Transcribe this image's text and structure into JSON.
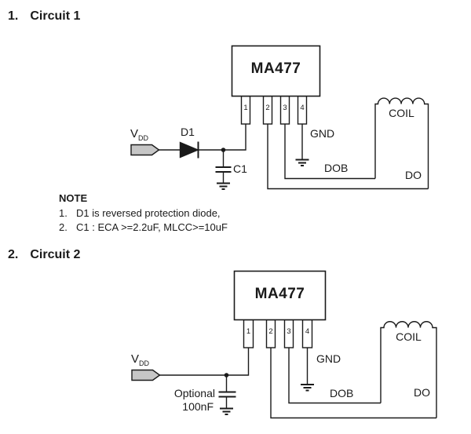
{
  "headings": [
    {
      "num": "1.",
      "title": "Circuit 1"
    },
    {
      "num": "2.",
      "title": "Circuit 2"
    }
  ],
  "note": {
    "title": "NOTE",
    "items": [
      {
        "num": "1.",
        "text": "D1 is reversed protection diode,"
      },
      {
        "num": "2.",
        "text": "C1 : ECA >=2.2uF, MLCC>=10uF"
      }
    ]
  },
  "circuit1": {
    "chip": "MA477",
    "pins": [
      "1",
      "2",
      "3",
      "4"
    ],
    "vdd_main": "V",
    "vdd_sub": "DD",
    "diode": "D1",
    "cap": "C1",
    "gnd": "GND",
    "dob": "DOB",
    "do": "DO",
    "coil": "COIL"
  },
  "circuit2": {
    "chip": "MA477",
    "pins": [
      "1",
      "2",
      "3",
      "4"
    ],
    "vdd_main": "V",
    "vdd_sub": "DD",
    "cap_note": "Optional",
    "cap_value": "100nF",
    "gnd": "GND",
    "dob": "DOB",
    "do": "DO",
    "coil": "COIL"
  },
  "colors": {
    "ink": "#1a1a1a",
    "connector_fill": "#c6c6c6",
    "background": "#ffffff"
  }
}
